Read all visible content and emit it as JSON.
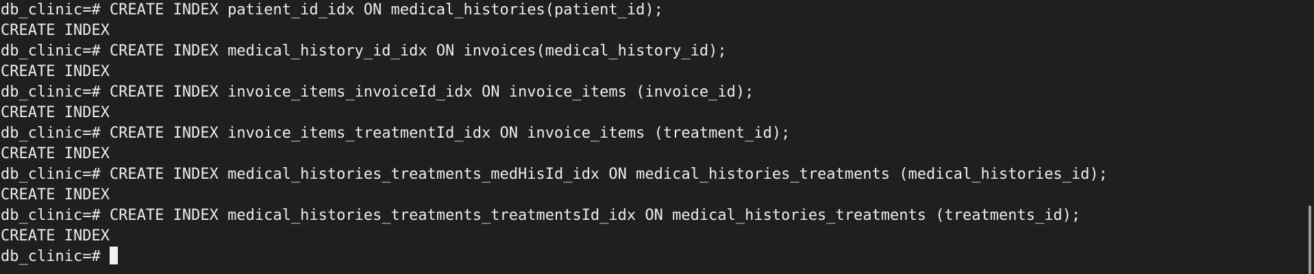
{
  "terminal": {
    "lines": [
      "db_clinic=# CREATE INDEX patient_id_idx ON medical_histories(patient_id);",
      "CREATE INDEX",
      "db_clinic=# CREATE INDEX medical_history_id_idx ON invoices(medical_history_id);",
      "CREATE INDEX",
      "db_clinic=# CREATE INDEX invoice_items_invoiceId_idx ON invoice_items (invoice_id);",
      "CREATE INDEX",
      "db_clinic=# CREATE INDEX invoice_items_treatmentId_idx ON invoice_items (treatment_id);",
      "CREATE INDEX",
      "db_clinic=# CREATE INDEX medical_histories_treatments_medHisId_idx ON medical_histories_treatments (medical_histories_id);",
      "CREATE INDEX",
      "db_clinic=# CREATE INDEX medical_histories_treatments_treatmentsId_idx ON medical_histories_treatments (treatments_id);",
      "CREATE INDEX"
    ],
    "prompt": "db_clinic=# ",
    "colors": {
      "background": "#1f1f1f",
      "foreground": "#ededed",
      "cursor": "#f2f2f2"
    }
  }
}
